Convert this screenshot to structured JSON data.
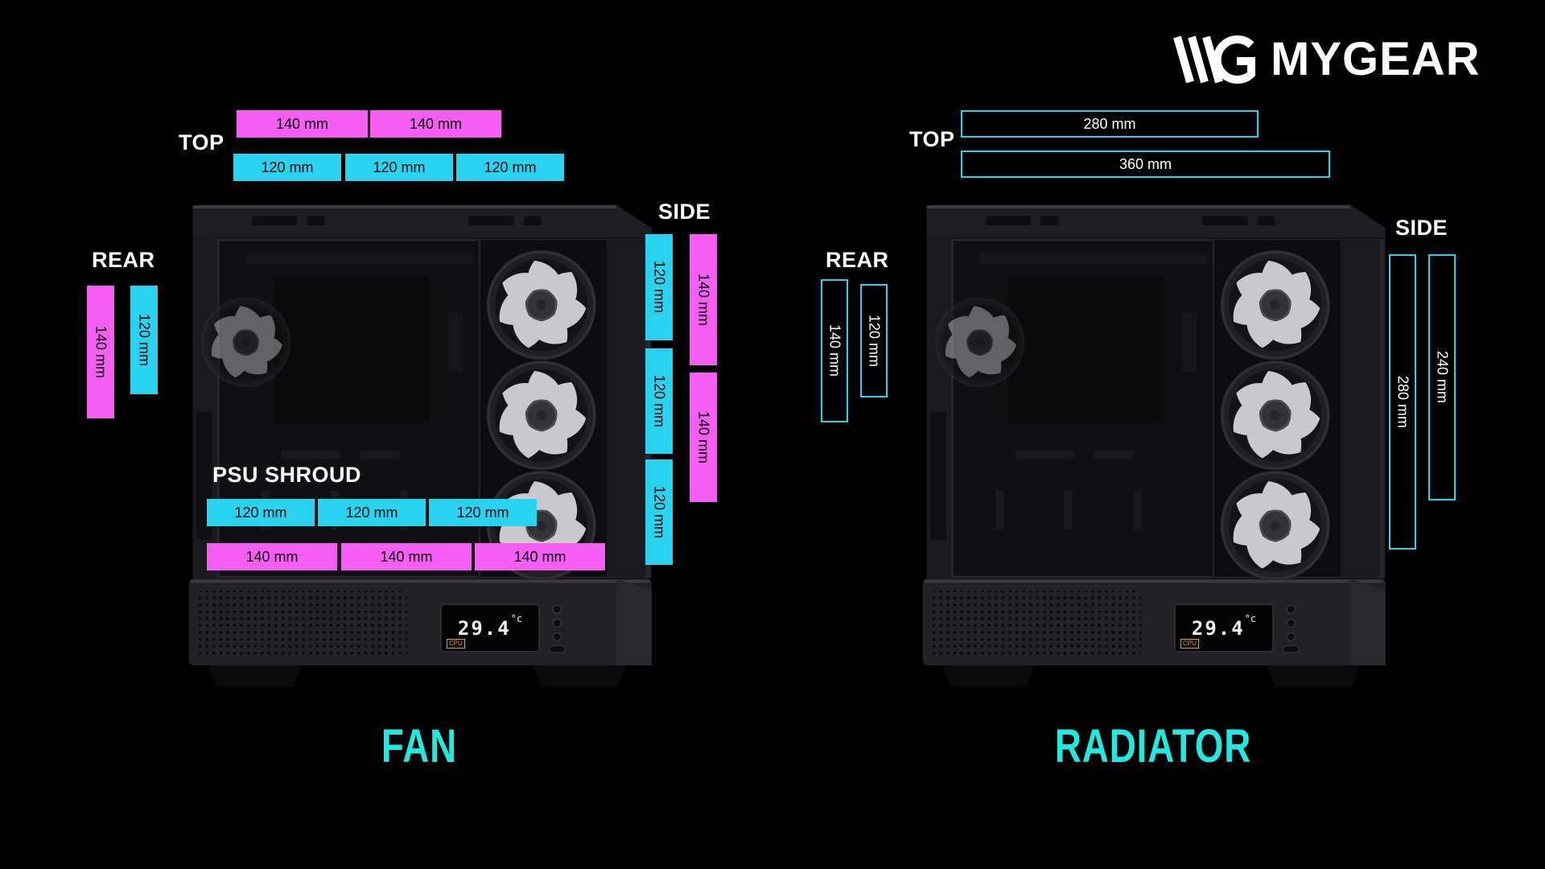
{
  "brand": {
    "name": "MYGEAR"
  },
  "colors": {
    "magenta": "#f45ef2",
    "cyan": "#29d3f0",
    "accent": "#23e8e0",
    "background": "#000000"
  },
  "display": {
    "temp": "29.4",
    "unit": "°c",
    "cpu": "CPU"
  },
  "fan": {
    "title": "FAN",
    "top_label": "TOP",
    "top_140": [
      "140 mm",
      "140 mm"
    ],
    "top_120": [
      "120 mm",
      "120 mm",
      "120 mm"
    ],
    "rear_label": "REAR",
    "rear_140": "140 mm",
    "rear_120": "120 mm",
    "side_label": "SIDE",
    "side_120": [
      "120 mm",
      "120 mm",
      "120 mm"
    ],
    "side_140": [
      "140 mm",
      "140 mm"
    ],
    "psu_label": "PSU SHROUD",
    "psu_120": [
      "120 mm",
      "120 mm",
      "120 mm"
    ],
    "psu_140": [
      "140 mm",
      "140 mm",
      "140 mm"
    ]
  },
  "radiator": {
    "title": "RADIATOR",
    "top_label": "TOP",
    "top_sizes": [
      "280 mm",
      "360 mm"
    ],
    "rear_label": "REAR",
    "rear_sizes": [
      "140 mm",
      "120 mm"
    ],
    "side_label": "SIDE",
    "side_sizes": [
      "280 mm",
      "240 mm"
    ]
  }
}
